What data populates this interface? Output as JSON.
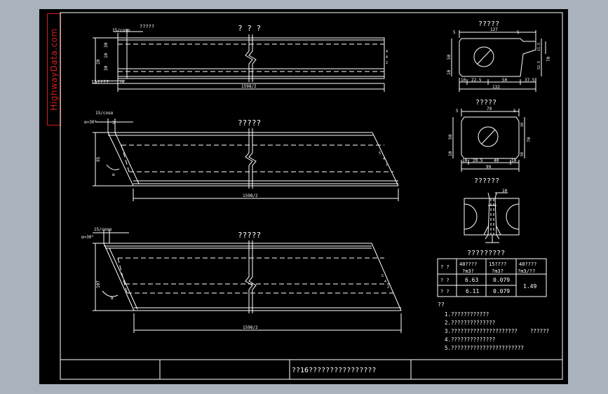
{
  "watermark": "HighwayData.com",
  "title_block": {
    "drawing_title": "??16????????????????"
  },
  "views": {
    "top": {
      "title": "? ? ?",
      "dim_top": "15/cosα",
      "leader": "?????",
      "left_note": "15????",
      "length": "1598/2",
      "vdims": [
        "10",
        "30",
        "20",
        "30",
        "10"
      ],
      "left_dim": "20",
      "right_marks": [
        "4",
        "4",
        "2"
      ]
    },
    "mid": {
      "title": "?????",
      "dim_top": "15/cosα",
      "angle": "α=30°",
      "angle_mark": "α",
      "small_dim": "3",
      "height": "95",
      "length": "1598/2",
      "right_marks": [
        "5",
        "4",
        "2"
      ]
    },
    "bot": {
      "title": "?????",
      "dim_top": "15/cosα",
      "angle": "α=30°",
      "angle_mark": "α",
      "height": "107",
      "length": "1598/2",
      "right_marks": [
        "5",
        "4",
        "2"
      ]
    }
  },
  "section1": {
    "title": "?????",
    "top_dim": "127",
    "small_left": "5",
    "small_right": "5",
    "bottom_dims": [
      "10",
      "22.5",
      "50",
      "37.5"
    ],
    "overall": "132",
    "left_dims": [
      "50",
      "10"
    ],
    "right_dims": [
      "11.5",
      "52.5",
      "70"
    ]
  },
  "section2": {
    "title": "?????",
    "top_dim": "79",
    "small_left": "5",
    "small_right": "5",
    "bottom_dims": [
      "10",
      "29.5",
      "40",
      "10"
    ],
    "overall": "99",
    "left_dims": [
      "50",
      "10"
    ],
    "right_dims": [
      "10",
      "70",
      "50"
    ]
  },
  "section3": {
    "title": "??????",
    "dim": "10"
  },
  "table": {
    "title": "?????????",
    "headers": [
      "? ?",
      "40????\n?m3?",
      "15????\n?m3?",
      "40????\n?m3/??"
    ],
    "rows": [
      [
        "? ?",
        "6.63",
        "0.079"
      ],
      [
        "? ?",
        "6.11",
        "0.079"
      ]
    ],
    "merged": "1.49"
  },
  "notes": {
    "heading": "??",
    "items": [
      "1.????????????",
      "2.??????????????",
      "3.?????????????????????    ??????",
      "4.??????????????",
      "5.???????????????????????"
    ]
  }
}
